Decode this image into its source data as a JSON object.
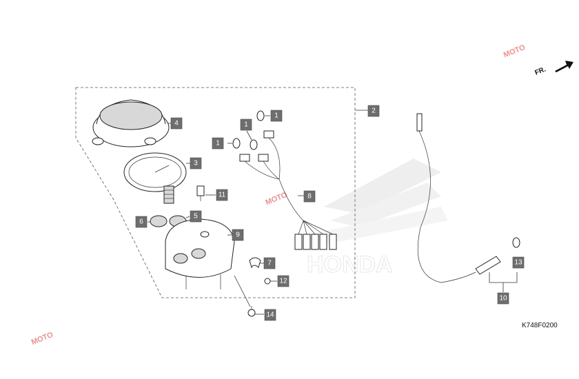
{
  "diagram_code": "K748F0200",
  "direction_label": "FR.",
  "watermark": "MOTO",
  "callouts": [
    {
      "id": "c1a",
      "label": "1"
    },
    {
      "id": "c1b",
      "label": "1"
    },
    {
      "id": "c1c",
      "label": "1"
    },
    {
      "id": "c2",
      "label": "2"
    },
    {
      "id": "c3",
      "label": "3"
    },
    {
      "id": "c4",
      "label": "4"
    },
    {
      "id": "c5",
      "label": "5"
    },
    {
      "id": "c6",
      "label": "6"
    },
    {
      "id": "c7",
      "label": "7"
    },
    {
      "id": "c8",
      "label": "8"
    },
    {
      "id": "c9",
      "label": "9"
    },
    {
      "id": "c10",
      "label": "10"
    },
    {
      "id": "c11",
      "label": "11"
    },
    {
      "id": "c12",
      "label": "12"
    },
    {
      "id": "c13",
      "label": "13"
    },
    {
      "id": "c14",
      "label": "14"
    }
  ]
}
